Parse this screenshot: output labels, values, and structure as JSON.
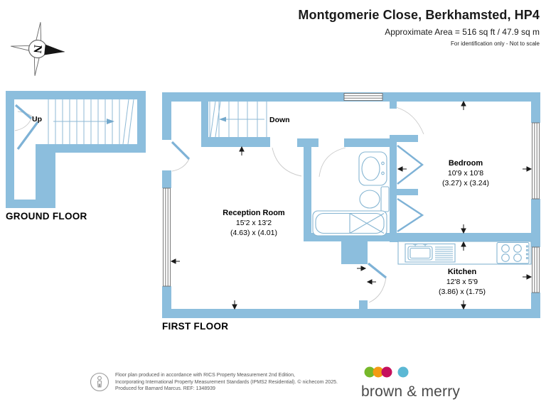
{
  "header": {
    "title": "Montgomerie Close, Berkhamsted, HP4",
    "area_line": "Approximate Area = 516 sq ft / 47.9 sq m",
    "scale_note": "For identification only - Not to scale"
  },
  "compass": {
    "north_letter": "N"
  },
  "floors": {
    "ground": {
      "label": "GROUND FLOOR",
      "stair_direction": "Up"
    },
    "first": {
      "label": "FIRST FLOOR",
      "stair_direction": "Down"
    }
  },
  "rooms": {
    "reception": {
      "name": "Reception Room",
      "size_imperial": "15'2 x 13'2",
      "size_metric": "(4.63) x (4.01)"
    },
    "bedroom": {
      "name": "Bedroom",
      "size_imperial": "10'9 x 10'8",
      "size_metric": "(3.27) x (3.24)"
    },
    "kitchen": {
      "name": "Kitchen",
      "size_imperial": "12'8 x 5'9",
      "size_metric": "(3.86) x (1.75)"
    }
  },
  "footer": {
    "disclaimer_line1": "Floor plan produced in accordance with RICS Property Measurement 2nd Edition,",
    "disclaimer_line2": "Incorporating International Property Measurement Standards (IPMS2 Residential).   © nichecom 2025.",
    "disclaimer_line3": "Produced for Barnard Marcus.    REF: 1348939",
    "brand": "brown & merry"
  },
  "colors": {
    "wall": "#8CBEDD",
    "fixture_line": "#85B5D2",
    "stair_line": "#8FBAD6",
    "door_leaf": "#7EB2D6",
    "arrow_blue": "#74A9CC",
    "logo_green": "#76B82A",
    "logo_orange": "#F49B13",
    "logo_crimson": "#C5105C",
    "logo_blue": "#5BB8D4"
  }
}
